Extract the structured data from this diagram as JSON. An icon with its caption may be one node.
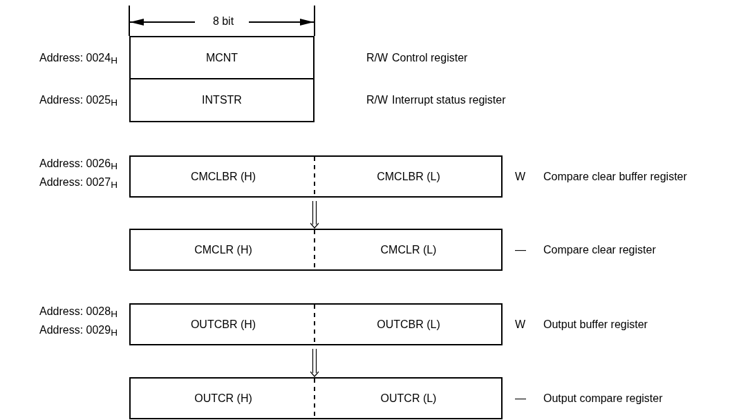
{
  "diagram": {
    "nodes": [
      {
        "text": [
          "MCNT"
        ],
        "beside": [
          "Address: 0024$_{H}$",
          "R/W",
          "Control register"
        ]
      },
      {
        "text": [
          "INTSTR"
        ],
        "beside": [
          "Address: 0025$_{H}$",
          "R/W",
          "Interrupt status register"
        ]
      },
      {
        "text": [
          "CMCLBR (H)",
          "CMCLBR (L)"
        ],
        "beside": [
          "Address: 0026$_{H}$",
          "Address: 0027$_{H}$",
          "W",
          "Compare clear buffer register"
        ]
      },
      {
        "text": [
          "CMCLR (H)",
          "CMCLR (L)"
        ],
        "beside": [
          "—",
          "Compare clear register"
        ]
      },
      {
        "text": [
          "OUTCBR (H)",
          "OUTCBR (L)"
        ],
        "beside": [
          "Address: 0028$_{H}$",
          "Address: 0029$_{H}$",
          "W",
          "Output buffer register"
        ]
      },
      {
        "text": [
          "OUTCR (H)",
          "OUTCR (L)"
        ],
        "beside": [
          "—",
          "Output compare register"
        ]
      }
    ],
    "edges": [
      {
        "from": 2,
        "to": 3,
        "arrow": "to"
      },
      {
        "from": 4,
        "to": 5,
        "arrow": "to"
      }
    ],
    "labels": [
      "8 bit"
    ]
  }
}
